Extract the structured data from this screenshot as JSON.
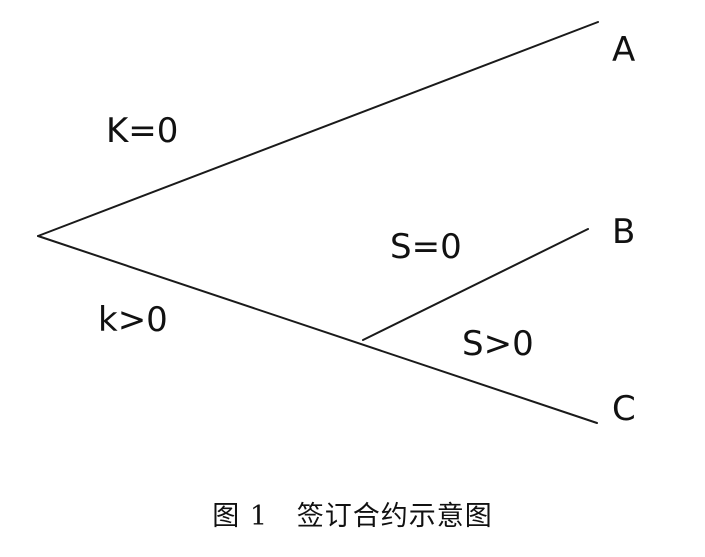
{
  "edges": {
    "k_equal": "K=0",
    "k_greater": "k>0",
    "s_equal": "S=0",
    "s_greater": "S>0"
  },
  "nodes": {
    "a": "A",
    "b": "B",
    "c": "C"
  },
  "caption": "图 1   签订合约示意图",
  "colors": {
    "line": "#1a1a1a",
    "text": "#111111",
    "background": "#ffffff"
  }
}
